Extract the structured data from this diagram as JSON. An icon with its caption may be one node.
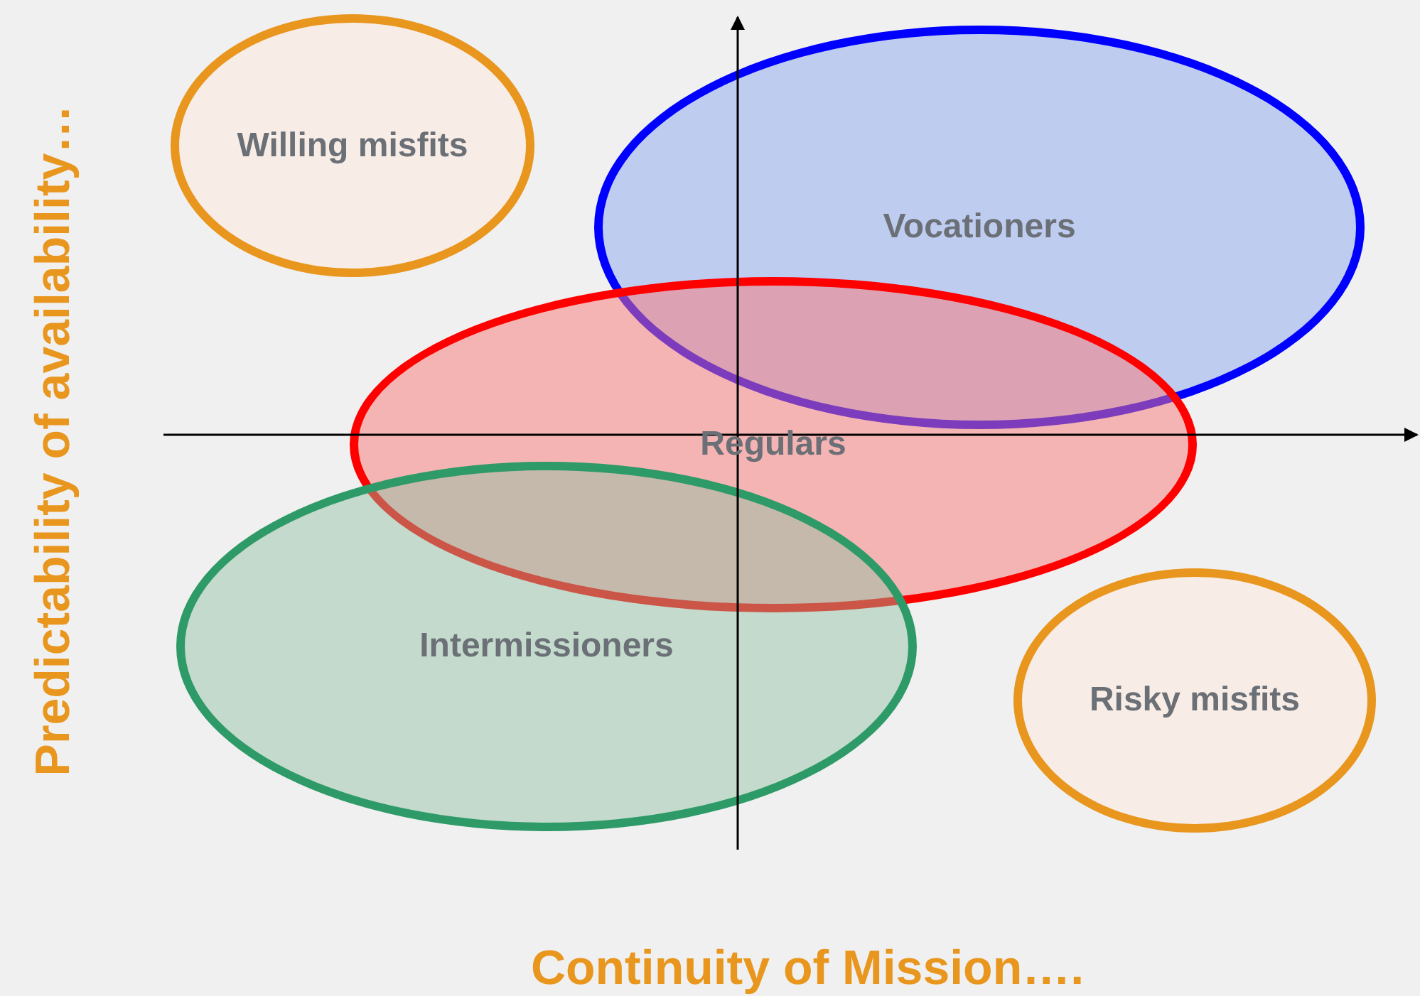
{
  "diagram": {
    "nodes": [
      {
        "text": [
          "Willing misfits"
        ]
      },
      {
        "text": [
          "Vocationers"
        ]
      },
      {
        "text": [
          "Regulars"
        ]
      },
      {
        "text": [
          "Intermissioners"
        ]
      },
      {
        "text": [
          "Risky misfits"
        ]
      }
    ],
    "labels": [
      "Predictability of availability…",
      "Continuity of Mission…."
    ]
  }
}
